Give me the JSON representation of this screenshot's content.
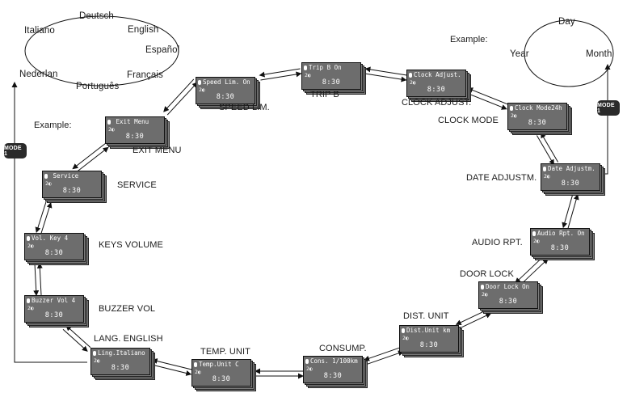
{
  "languages": [
    "Deutsch",
    "English",
    "Español",
    "Français",
    "Português",
    "Nederlan",
    "Italiano"
  ],
  "day_cycle": [
    "Day",
    "Month",
    "Year"
  ],
  "example_label": "Example:",
  "mode_button": "MODE 1",
  "screens": {
    "speed_lim": {
      "line1": "Speed Lim. On",
      "line2": "2◐",
      "time": "8:30",
      "label": "SPEED LIM."
    },
    "trip_b": {
      "line1": "Trip B      On",
      "line2": "2◐",
      "time": "8:30",
      "label": "TRIP B"
    },
    "clock_adjust": {
      "line1": "Clock Adjust.",
      "line2": "2◐",
      "time": "8:30",
      "label": "CLOCK ADJUST."
    },
    "clock_mode": {
      "line1": "Clock Mode24h",
      "line2": "2◐",
      "time": "8:30",
      "label": "CLOCK MODE"
    },
    "date_adjust": {
      "line1": "Date Adjustm.",
      "line2": "2◐",
      "time": "8:30",
      "label": "DATE ADJUSTM."
    },
    "audio_rpt": {
      "line1": "Audio Rpt. On",
      "line2": "2◐",
      "time": "8:30",
      "label": "AUDIO RPT."
    },
    "door_lock": {
      "line1": "Door Lock On",
      "line2": "2◐",
      "time": "8:30",
      "label": "DOOR LOCK"
    },
    "dist_unit": {
      "line1": "Dist.Unit km",
      "line2": "2◐",
      "time": "8:30",
      "label": "DIST. UNIT"
    },
    "consump": {
      "line1": "Cons. 1/100km",
      "line2": "2◐",
      "time": "8:30",
      "label": "CONSUMP."
    },
    "temp_unit": {
      "line1": "Temp.Unit   C",
      "line2": "2◐",
      "time": "8:30",
      "label": "TEMP. UNIT"
    },
    "lang": {
      "line1": "Ling.Italiano",
      "line2": "2◐",
      "time": "8:30",
      "label": "LANG. ENGLISH"
    },
    "buzzer": {
      "line1": "Buzzer Vol 4",
      "line2": "2◐",
      "time": "8:30",
      "label": "BUZZER VOL"
    },
    "keys_volume": {
      "line1": "Vol. Key  4",
      "line2": "2◐",
      "time": "8:30",
      "label": "KEYS VOLUME"
    },
    "service": {
      "line1": "  Service",
      "line2": "2◐",
      "time": "8:30",
      "label": "SERVICE"
    },
    "exit_menu": {
      "line1": "  Exit Menu",
      "line2": "2◐",
      "time": "8:30",
      "label": "EXIT MENU"
    }
  }
}
